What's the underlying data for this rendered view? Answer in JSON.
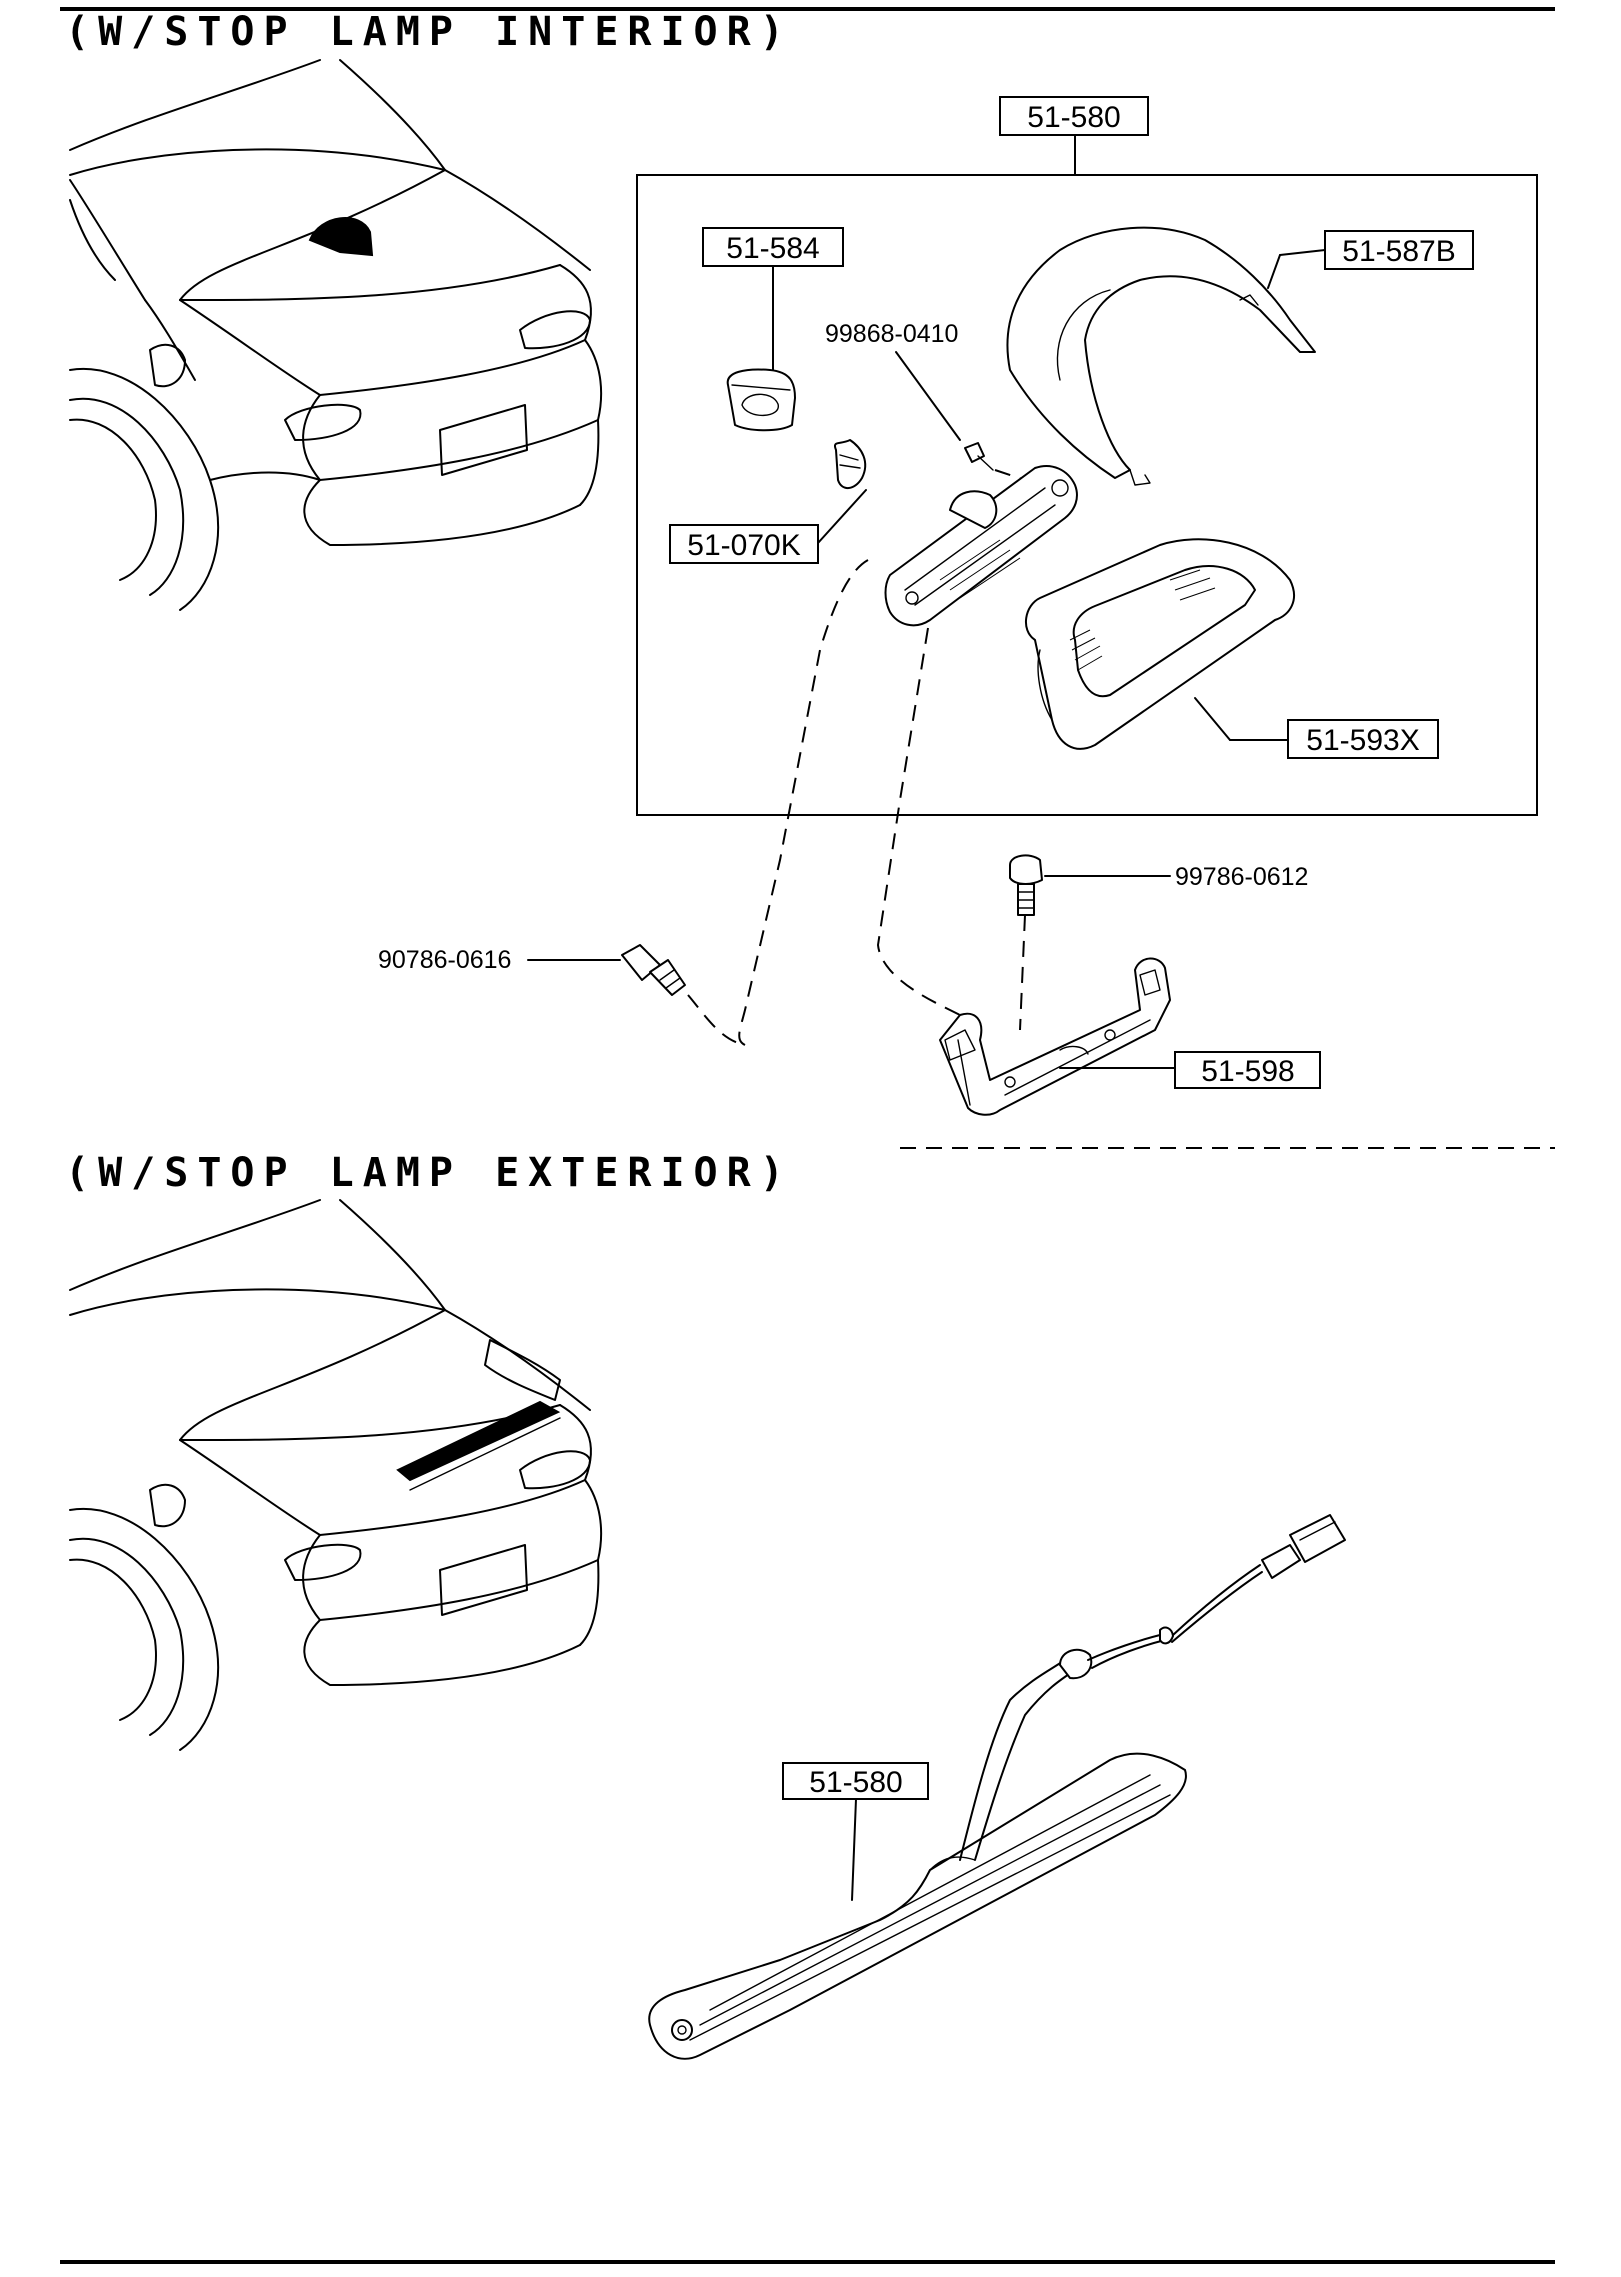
{
  "sections": {
    "interior": {
      "title": "(W/STOP LAMP INTERIOR)"
    },
    "exterior": {
      "title": "(W/STOP LAMP EXTERIOR)"
    }
  },
  "parts": {
    "interior": {
      "assembly": "51-580",
      "socket": "51-584",
      "cover": "51-587B",
      "screw": "99868-0410",
      "bulb": "51-070K",
      "lens": "51-593X",
      "bolt_bracket": "99786-0612",
      "bolt_left": "90786-0616",
      "bracket": "51-598"
    },
    "exterior": {
      "assembly": "51-580"
    }
  }
}
